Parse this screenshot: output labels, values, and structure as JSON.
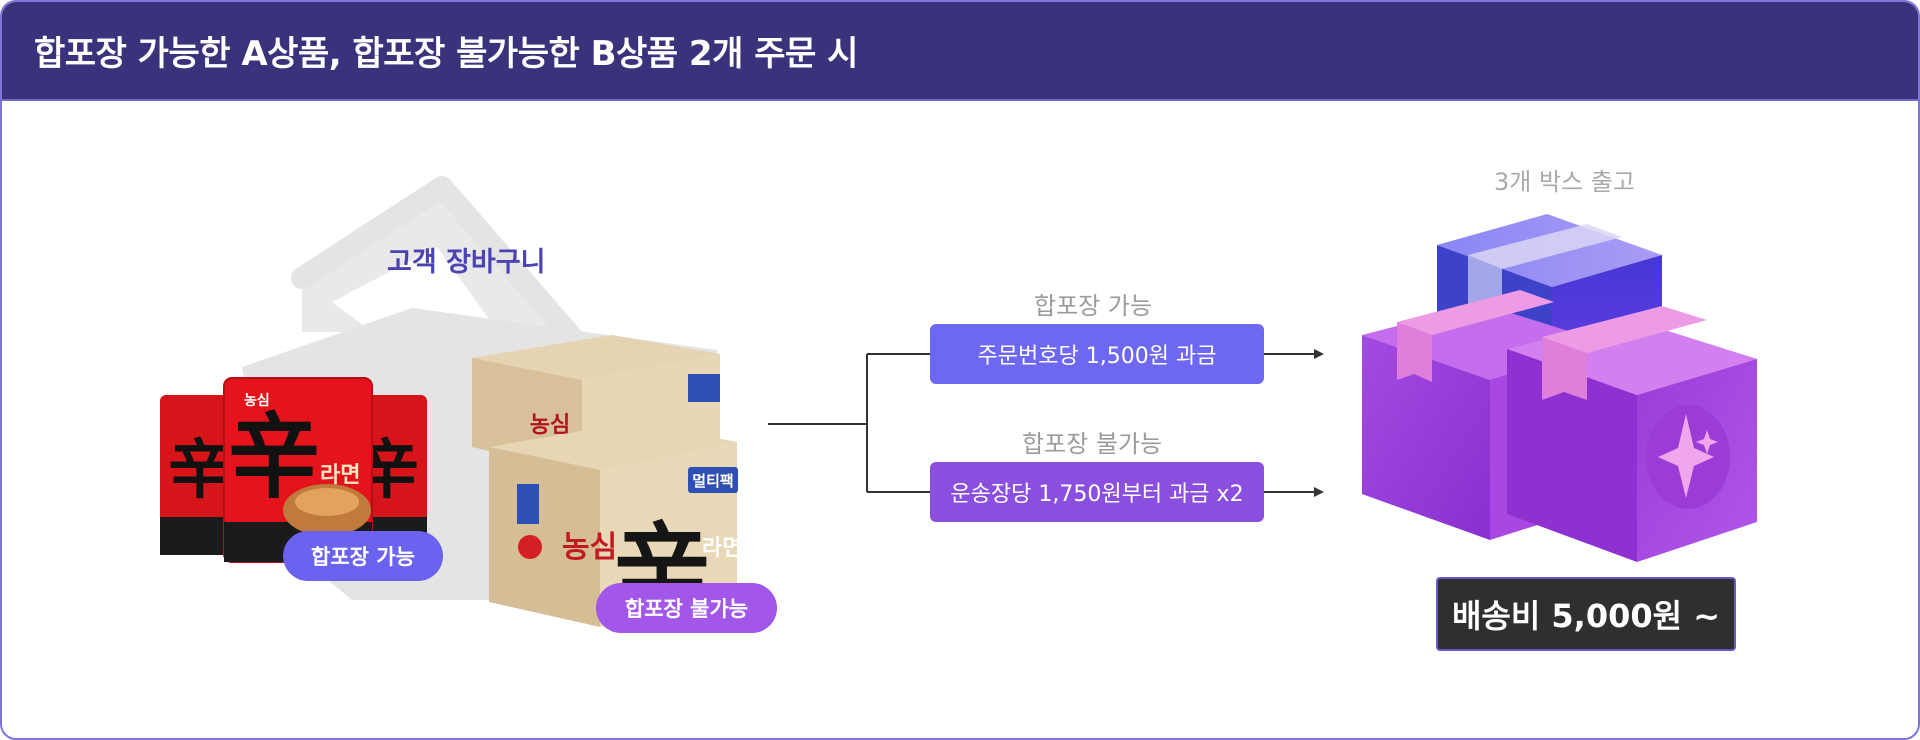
{
  "header": {
    "title": "합포장 가능한 A상품, 합포장 불가능한 B상품 2개 주문 시"
  },
  "cart": {
    "title": "고객 장바구니"
  },
  "products": {
    "a": {
      "badge": "합포장 가능",
      "package_brand": "농심",
      "package_char": "辛",
      "package_name": "라면"
    },
    "b": {
      "badge": "합포장 불가능",
      "box_brand": "농심",
      "box_tag": "멀티팩",
      "box_char": "辛",
      "box_name": "라면"
    }
  },
  "paths": {
    "combined": {
      "label": "합포장 가능",
      "fee_text": "주문번호당 1,500원 과금"
    },
    "separate": {
      "label": "합포장 불가능",
      "fee_text": "운송장당 1,750원부터 과금 x2"
    }
  },
  "output": {
    "label": "3개 박스 출고",
    "box_count": 3
  },
  "shipping_fee": "배송비 5,000원 ~",
  "colors": {
    "header": "#3a337c",
    "combined": "#6d67f2",
    "separate": "#8b4fe0",
    "box_blue": "#5046e0",
    "box_purple": "#a04ce0"
  }
}
